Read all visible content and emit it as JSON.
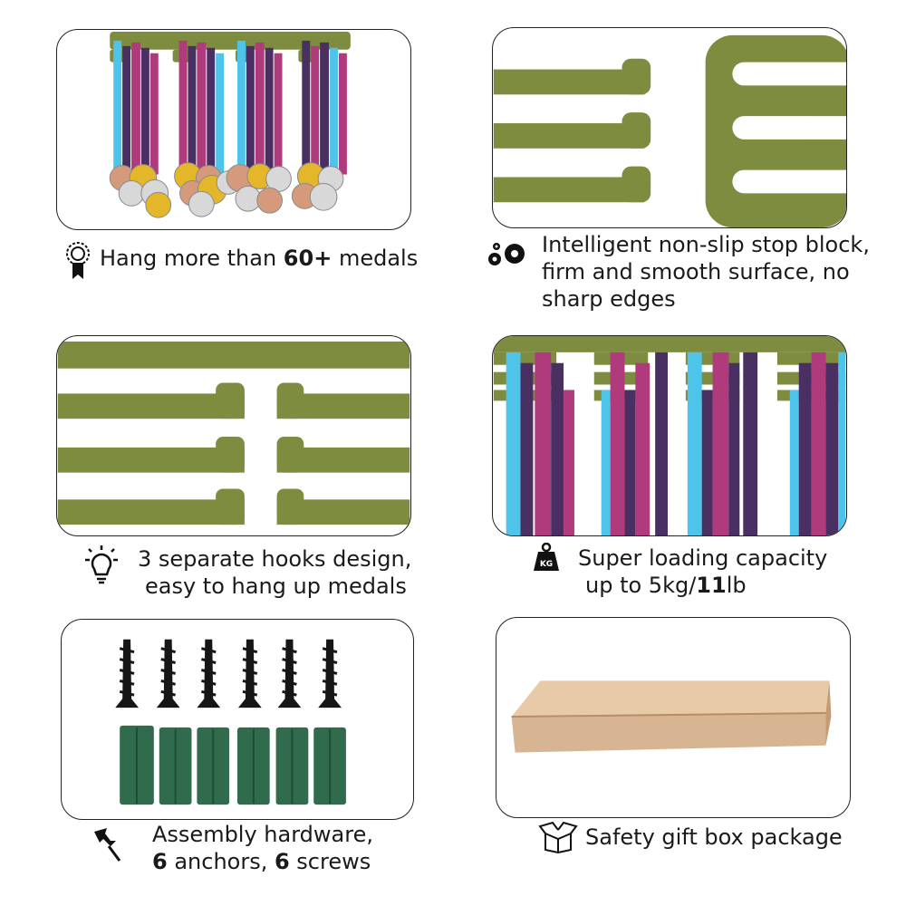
{
  "colors": {
    "rack_green": "#7d8c3f",
    "ribbon_blue": "#4fc4ea",
    "ribbon_pink": "#b03b7c",
    "ribbon_purple": "#4a2f63",
    "gold": "#e4b629",
    "silver": "#d8d8d8",
    "bronze": "#d59a7c",
    "screw": "#161616",
    "anchor": "#2f6b4c",
    "box": "#d8b592"
  },
  "captions": {
    "medals": {
      "icon": "award-ribbon-icon",
      "prefix": "Hang more than ",
      "bold": "60+",
      "suffix": " medals"
    },
    "stop_block": {
      "icon": "gears-icon",
      "lines": [
        "Intelligent non-slip stop block,",
        "firm and smooth surface, no",
        "sharp edges"
      ]
    },
    "hooks": {
      "icon": "lightbulb-icon",
      "lines": [
        "3 separate hooks design,",
        "easy to hang up medals"
      ]
    },
    "capacity": {
      "icon": "kg-weight-icon",
      "line1": "Super loading capacity",
      "line2_prefix": "up to 5kg/",
      "line2_bold": "11",
      "line2_suffix": "lb",
      "icon_label": "KG"
    },
    "hardware": {
      "icon": "pushpin-icon",
      "line1": "Assembly hardware,",
      "l2_b1": "6",
      "l2_t1": " anchors, ",
      "l2_b2": "6",
      "l2_t2": " screws"
    },
    "package": {
      "icon": "open-box-icon",
      "text": "Safety gift box package"
    }
  }
}
